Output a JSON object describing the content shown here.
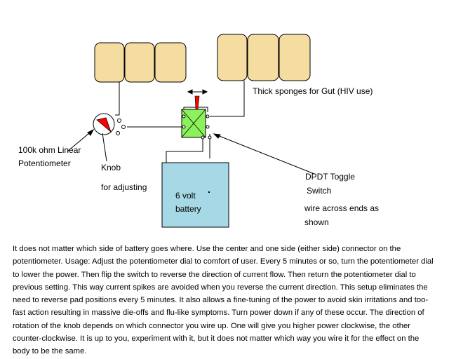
{
  "labels": {
    "sponges": "Thick sponges for Gut (HIV use)",
    "potentiometer_line1": "100k ohm Linear",
    "potentiometer_line2": "Potentiometer",
    "knob": "Knob",
    "knob_adjusting": "for adjusting",
    "battery_line1": "6 volt",
    "battery_line2": "battery",
    "switch_line1": "DPDT Toggle",
    "switch_line2": "Switch",
    "wire_line1": "wire across ends as",
    "wire_line2": "shown"
  },
  "explanation": "It does not matter which side of battery goes where. Use the center and one side (either side) connector on the potentiometer.  Usage: Adjust the potentiometer dial to comfort of user.  Every 5 minutes or so, turn the potentiometer dial to lower the power.  Then flip the switch to reverse the direction of current flow.  Then return the potentiometer dial to previous setting.  This way current spikes are avoided when you reverse the current direction.  This setup eliminates the need to reverse pad positions every 5 minutes.  It also allows a fine-tuning of the power to avoid skin irritations and too-fast action resulting in massive die-offs and flu-like symptoms.  Turn power down if any of these occur.  The direction of rotation of the knob depends on which connector you wire up.  One will give you higher power clockwise, the other counter-clockwise.  It is up to you, experiment with it, but it does not matter which way you wire it for the effect on the body to be the same.",
  "colors": {
    "sponge": "#f5dca0",
    "battery": "#a6d8e6",
    "switch": "#8cf25c",
    "knob_pointer": "#ff0000",
    "lines": "#000000"
  }
}
